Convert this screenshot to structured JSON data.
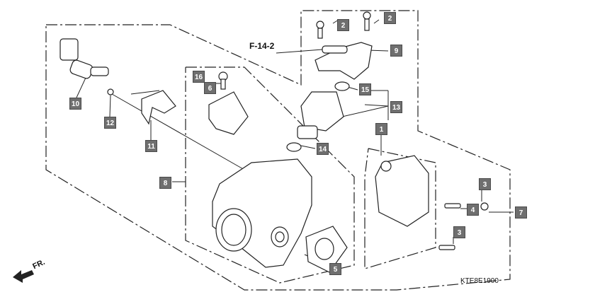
{
  "diagram": {
    "reference": "F-14-2",
    "code": "KTE8E1900",
    "direction": "FR.",
    "callouts": [
      "1",
      "2",
      "2",
      "3",
      "3",
      "4",
      "5",
      "6",
      "7",
      "8",
      "9",
      "10",
      "11",
      "12",
      "13",
      "14",
      "15",
      "16"
    ]
  }
}
